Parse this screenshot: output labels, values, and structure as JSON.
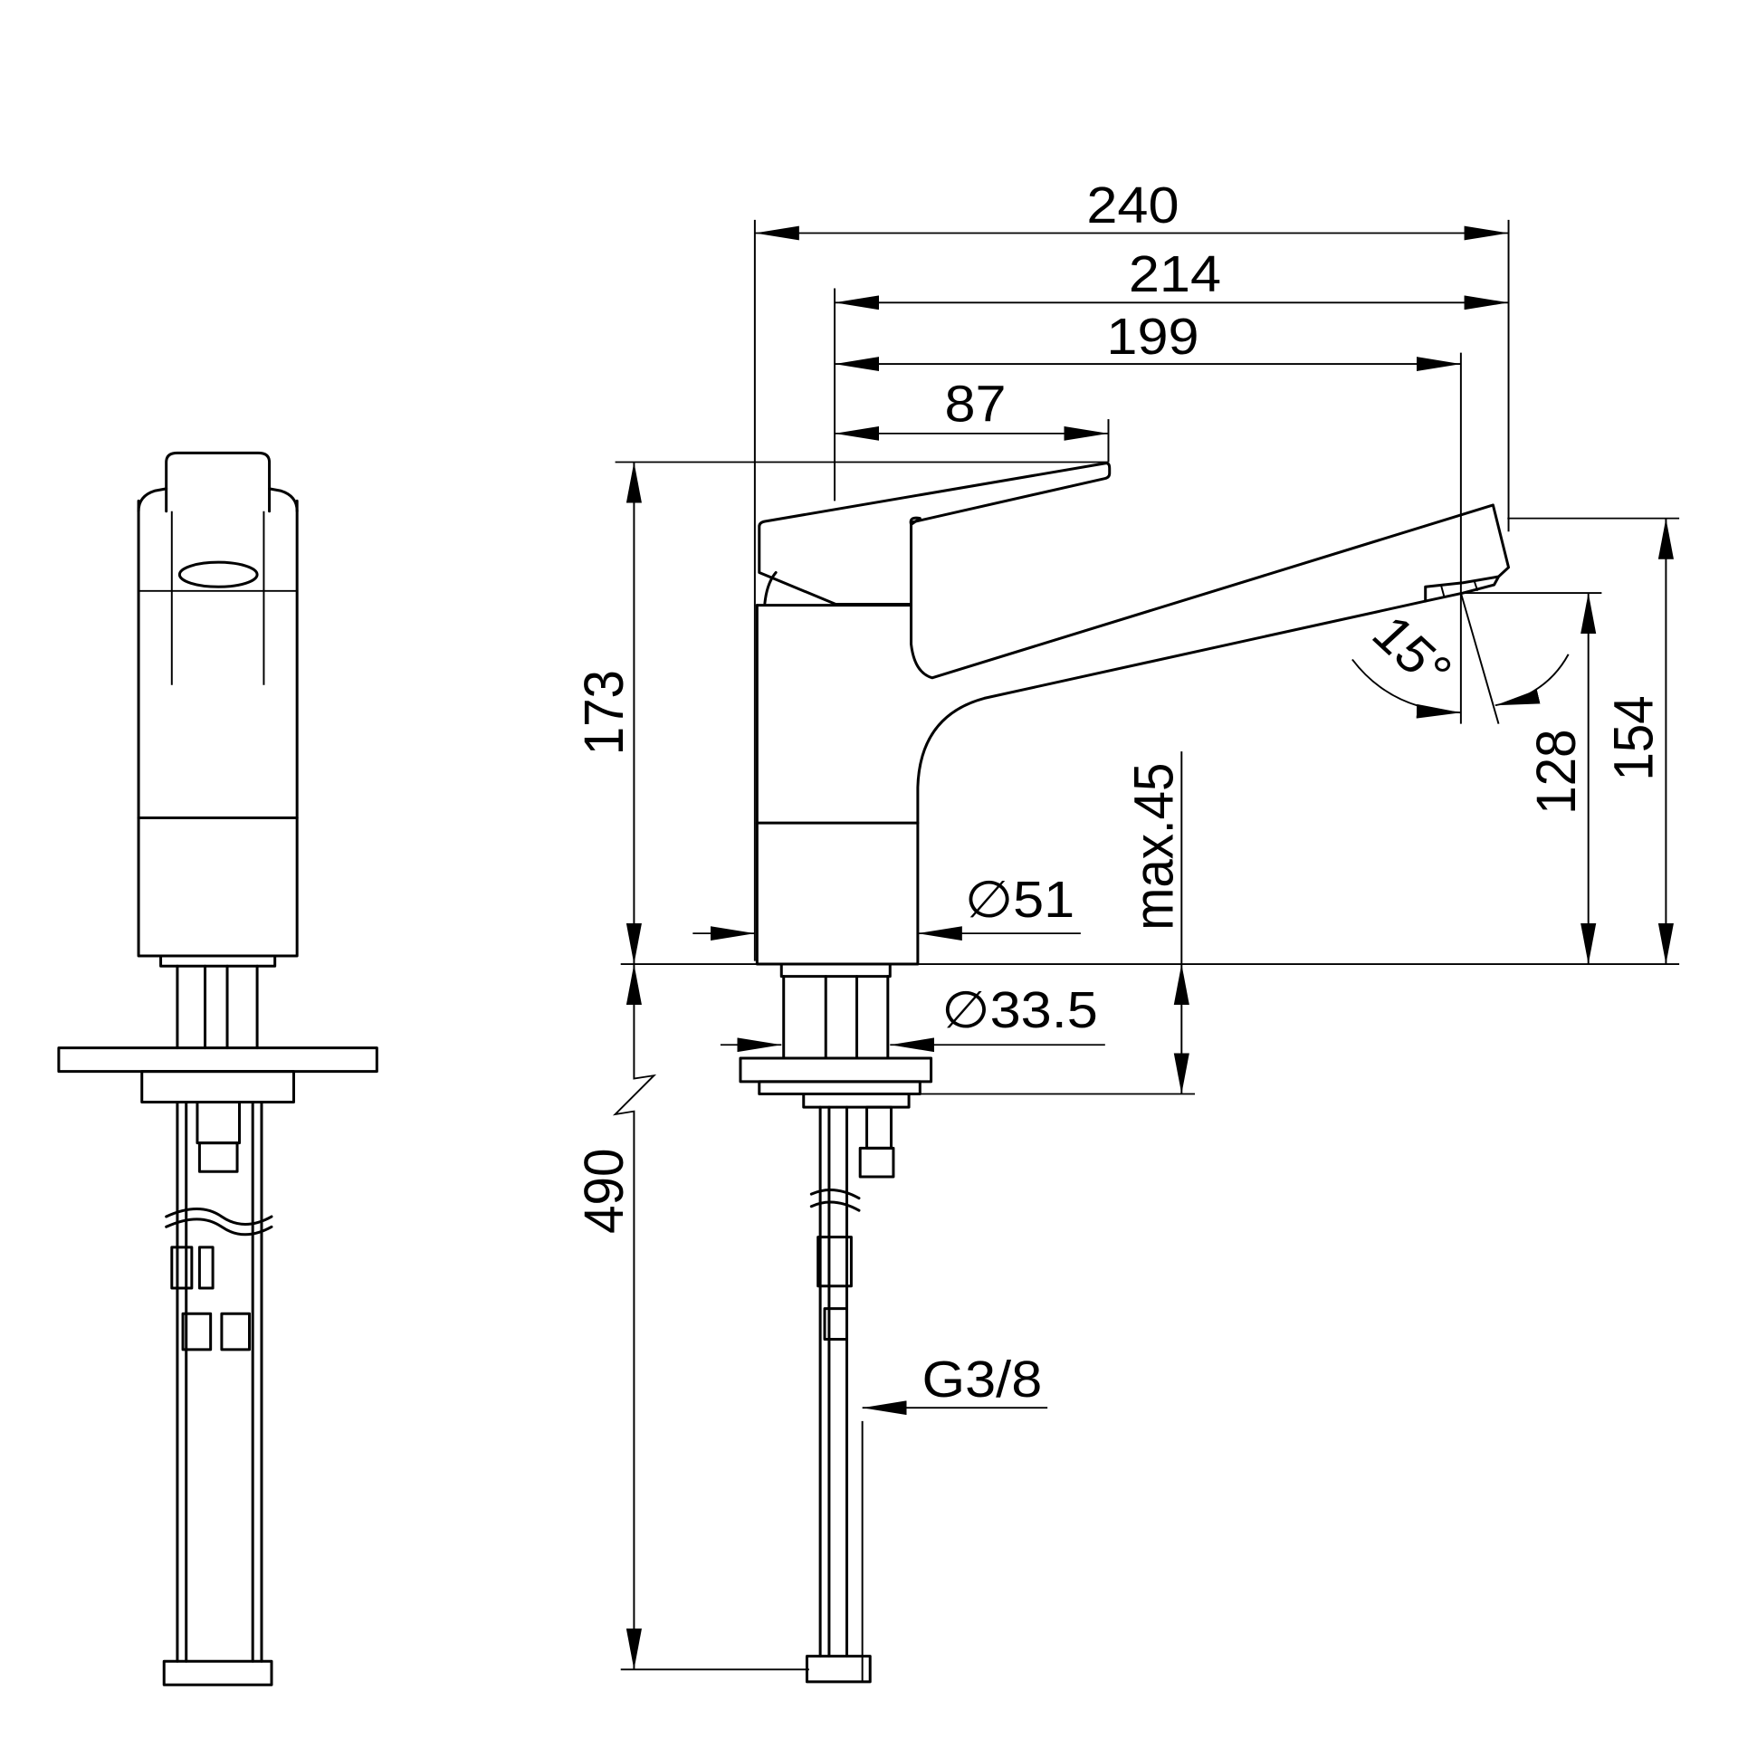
{
  "drawing": {
    "dimensions": {
      "overall_length": "240",
      "spout_reach": "214",
      "aerator_reach": "199",
      "lever_length": "87",
      "total_height": "173",
      "spout_height": "154",
      "aerator_height": "128",
      "swivel_angle": "15°",
      "max_deck_thickness": "max.45",
      "body_diameter": "∅51",
      "shank_diameter": "∅33.5",
      "hose_length": "490",
      "connection_thread": "G3/8"
    },
    "colors": {
      "line": "#000000",
      "background": "#ffffff"
    }
  }
}
